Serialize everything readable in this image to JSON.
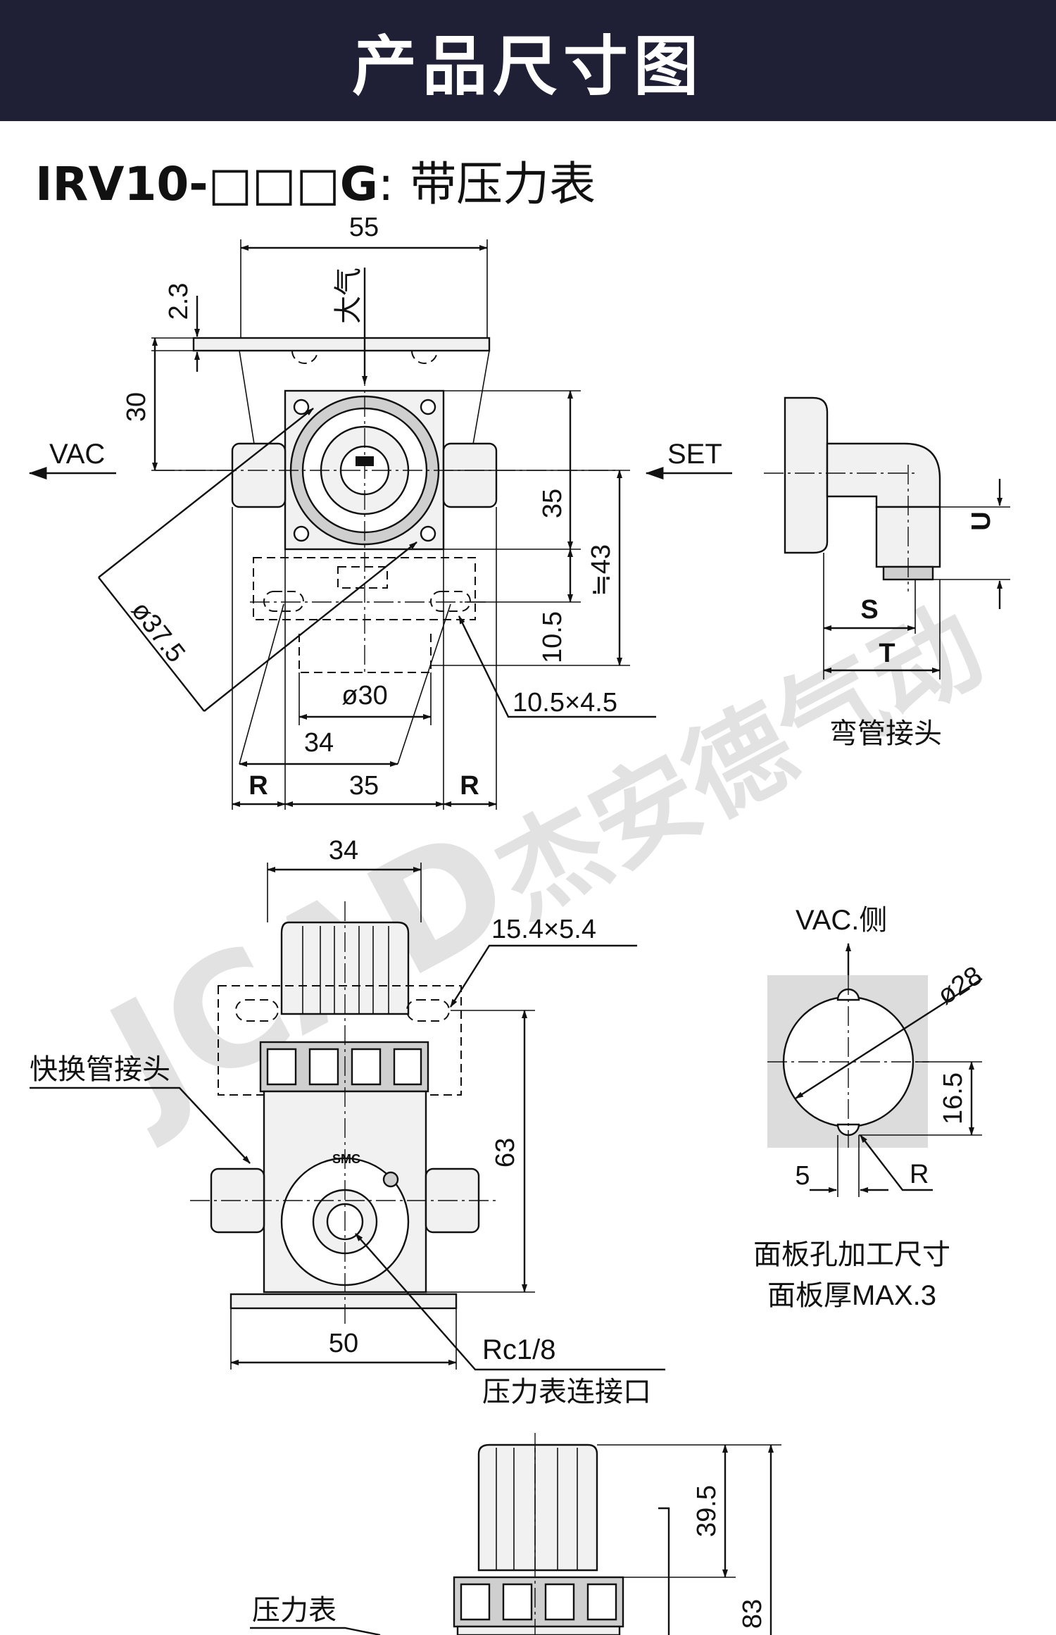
{
  "header": {
    "title": "产品尺寸图"
  },
  "model": {
    "code": "IRV10-□□□G",
    "separator": ":",
    "description": "带压力表"
  },
  "watermark": {
    "logo": "JCAD",
    "text": "杰安德气动"
  },
  "top_view": {
    "dims": {
      "width_top": "55",
      "offset": "2.3",
      "height_30": "30",
      "height_35": "35",
      "approx_43": "≒43",
      "height_10_5": "10.5",
      "dia_37_5": "ø37.5",
      "dia_30": "ø30",
      "width_34": "34",
      "width_35": "35",
      "slot": "10.5×4.5",
      "r_left": "R",
      "r_right": "R"
    },
    "labels": {
      "atmosphere": "大气",
      "vac": "VAC",
      "set": "SET"
    }
  },
  "elbow": {
    "dims": {
      "u": "U",
      "s": "S",
      "t": "T"
    },
    "caption": "弯管接头"
  },
  "front_view": {
    "dims": {
      "width_34": "34",
      "slot": "15.4×5.4",
      "height_63": "63",
      "width_50": "50"
    },
    "labels": {
      "quick_fitting": "快换管接头",
      "port": "Rc1/8",
      "gauge_port": "压力表连接口"
    }
  },
  "panel_hole": {
    "label_side": "VAC.侧",
    "dims": {
      "dia_28": "ø28",
      "height_16_5": "16.5",
      "width_5": "5",
      "r": "R"
    },
    "caption_line1": "面板孔加工尺寸",
    "caption_line2": "面板厚MAX.3"
  },
  "side_view": {
    "dims": {
      "height_39_5": "39.5",
      "height_83": "83"
    },
    "labels": {
      "gauge": "压力表"
    }
  },
  "colors": {
    "banner": "#1f2036",
    "ink": "#111111",
    "watermark": "#d9d9d9"
  }
}
